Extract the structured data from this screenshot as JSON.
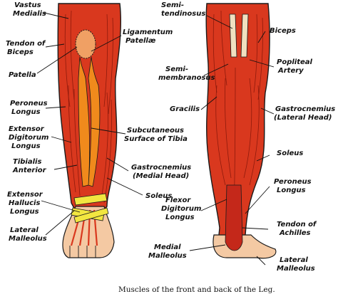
{
  "colors": {
    "muscle": "#d9381e",
    "muscle_dark": "#8e1a0c",
    "tendon": "#f08a1c",
    "ligament": "#f2e640",
    "skin": "#f4c9a3",
    "outline": "#1a1a1a"
  },
  "front_labels": {
    "vastus_medialis": [
      "Vastus",
      "Medialis"
    ],
    "tendon_biceps": [
      "Tendon of",
      "Biceps"
    ],
    "patella": [
      "Patella"
    ],
    "peroneus_longus": [
      "Peroneus",
      "Longus"
    ],
    "extensor_digitorum": [
      "Extensor",
      "Digitorum",
      "Longus"
    ],
    "tibialis_anterior": [
      "Tibialis",
      "Anterior"
    ],
    "extensor_hallucis": [
      "Extensor",
      "Hallucis",
      "Longus"
    ],
    "lateral_malleolus": [
      "Lateral",
      "Malleolus"
    ],
    "ligamentum_patellae": [
      "Ligamentum",
      "Patellæ"
    ],
    "subcutaneous_tibia": [
      "Subcutaneous",
      "Surface of Tibia"
    ],
    "gastrocnemius_medial": [
      "Gastrocnemius",
      "(Medial Head)"
    ],
    "soleus": [
      "Soleus"
    ]
  },
  "back_labels": {
    "semitendinosus": [
      "Semi-",
      "tendinosus"
    ],
    "semimembranosus": [
      "Semi-",
      "membranosus"
    ],
    "gracilis": [
      "Gracilis"
    ],
    "flexor_digitorum": [
      "Flexor",
      "Digitorum",
      "Longus"
    ],
    "medial_malleolus": [
      "Medial",
      "Malleolus"
    ],
    "biceps": [
      "Biceps"
    ],
    "popliteal_artery": [
      "Popliteal",
      "Artery"
    ],
    "gastrocnemius_lateral": [
      "Gastrocnemius",
      "(Lateral Head)"
    ],
    "soleus": [
      "Soleus"
    ],
    "peroneus_longus": [
      "Peroneus",
      "Longus"
    ],
    "tendon_achilles": [
      "Tendon of",
      "Achilles"
    ],
    "lateral_malleolus": [
      "Lateral",
      "Malleolus"
    ]
  },
  "caption": "Muscles of the front and back of the Leg."
}
